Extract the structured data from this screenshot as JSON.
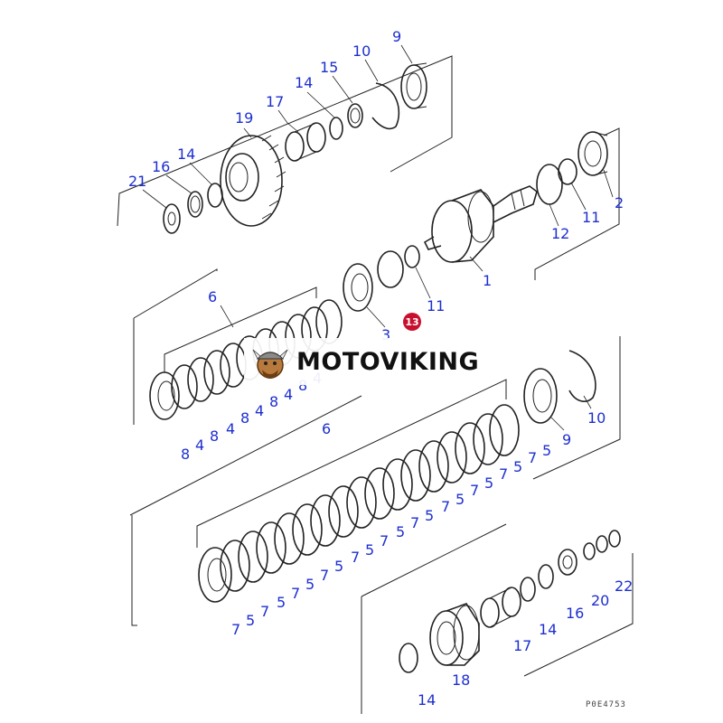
{
  "callouts": {
    "c1": "1",
    "c2": "2",
    "c3": "3",
    "c4a": "4",
    "c4b": "4",
    "c4c": "4",
    "c4d": "4",
    "c4e": "4",
    "c5a": "5",
    "c5b": "5",
    "c5c": "5",
    "c5d": "5",
    "c5e": "5",
    "c5f": "5",
    "c5g": "5",
    "c5h": "5",
    "c5i": "5",
    "c5j": "5",
    "c5k": "5",
    "c6a": "6",
    "c6b": "6",
    "c7a": "7",
    "c7b": "7",
    "c7c": "7",
    "c7d": "7",
    "c7e": "7",
    "c7f": "7",
    "c7g": "7",
    "c7h": "7",
    "c7i": "7",
    "c7j": "7",
    "c7k": "7",
    "c8a": "8",
    "c8b": "8",
    "c8c": "8",
    "c8d": "8",
    "c8e": "8",
    "c9a": "9",
    "c9b": "9",
    "c10a": "10",
    "c10b": "10",
    "c11a": "11",
    "c11b": "11",
    "c12": "12",
    "c14a": "14",
    "c14b": "14",
    "c14c": "14",
    "c14d": "14",
    "c15": "15",
    "c16a": "16",
    "c16b": "16",
    "c17a": "17",
    "c17b": "17",
    "c18": "18",
    "c19": "19",
    "c20": "20",
    "c21": "21",
    "c22": "22"
  },
  "marker": {
    "label": "13",
    "color": "#c8102e"
  },
  "watermark": {
    "text": "MOTOVIKING",
    "logo_icon": "viking-mascot-icon"
  },
  "drawing_ref": "P0E4753",
  "colors": {
    "callout": "#1d2fd0",
    "line": "#222222",
    "background": "#ffffff"
  }
}
